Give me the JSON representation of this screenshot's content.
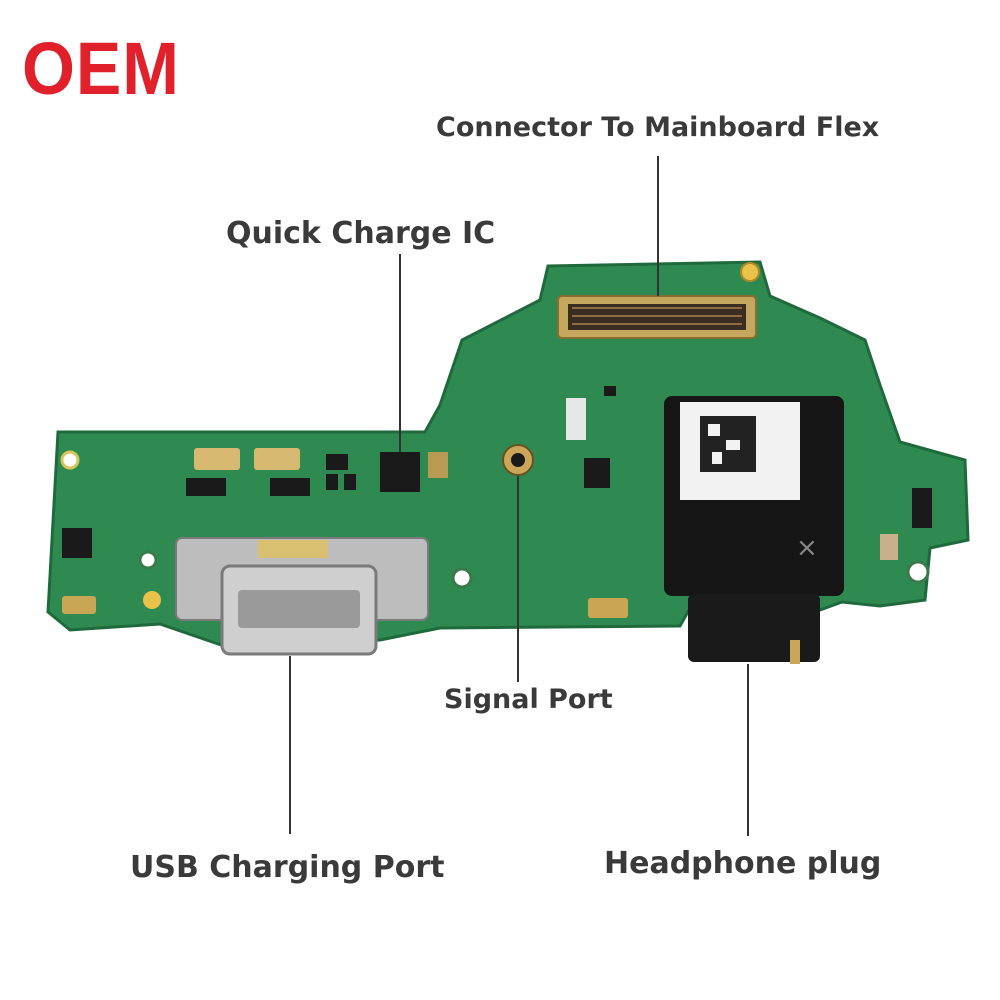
{
  "brand": {
    "text": "OEM",
    "color": "#e0202a"
  },
  "labels": {
    "connector": "Connector To Mainboard Flex",
    "quick_charge": "Quick Charge IC",
    "signal": "Signal Port",
    "usb": "USB Charging Port",
    "headphone": "Headphone plug"
  },
  "colors": {
    "pcb": "#2f8a52",
    "pcb_dark": "#1f6a3c",
    "leader": "#333333"
  }
}
